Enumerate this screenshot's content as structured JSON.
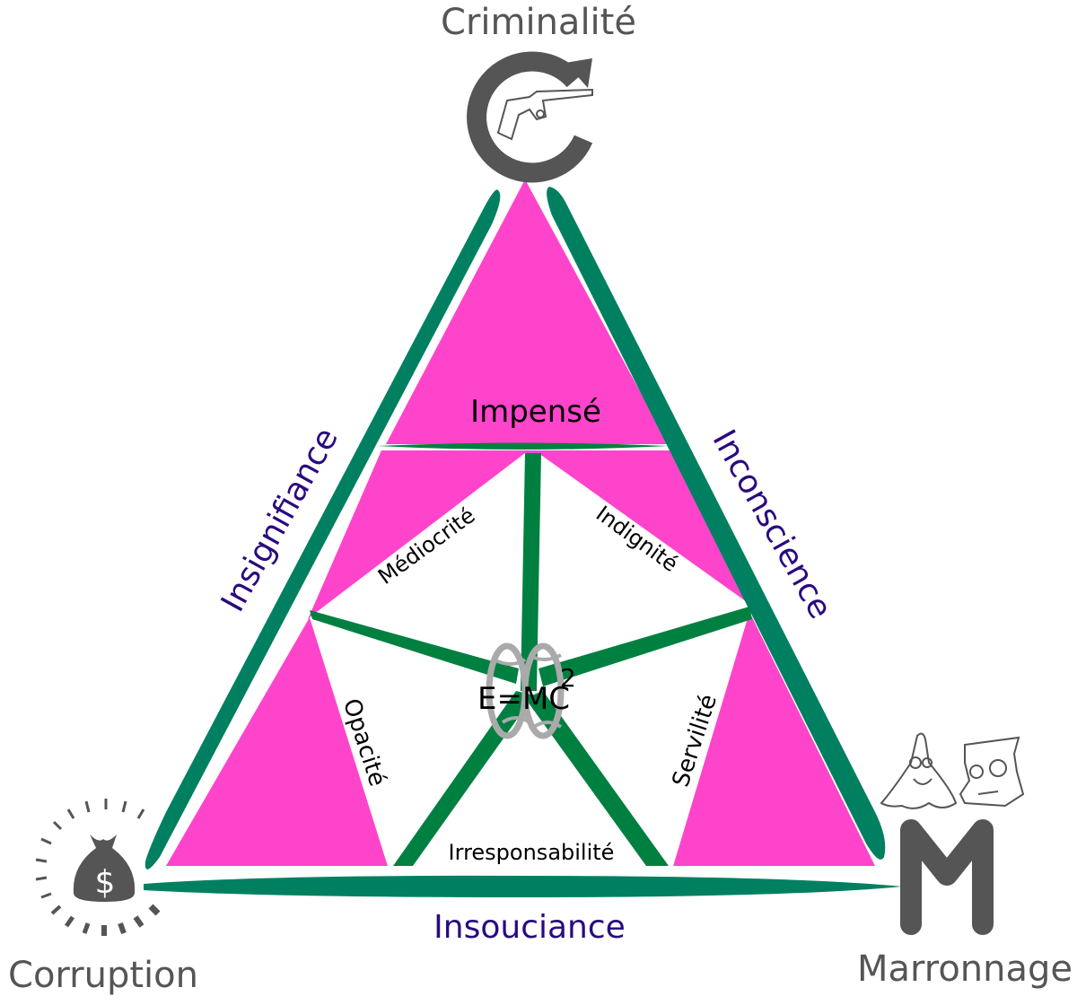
{
  "diagram": {
    "vertices": {
      "top": {
        "label": "Criminalité",
        "icon": "revolver-cycle-icon"
      },
      "bottom_left": {
        "label": "Corruption",
        "icon": "money-bag-icon"
      },
      "bottom_right": {
        "label": "Marronnage",
        "icon": "m-characters-icon"
      }
    },
    "outer_sides": {
      "left": "Insignifiance",
      "right": "Inconscience",
      "bottom": "Insouciance"
    },
    "top_triangle_label": "Impensé",
    "inner_labels": {
      "upper_left": "Médiocrité",
      "upper_right": "Indignité",
      "left": "Opacité",
      "right": "Servilité",
      "bottom": "Irresponsabilité"
    },
    "center": {
      "formula": "E=MC",
      "exponent": "2",
      "icon": "galaxy-icon"
    },
    "colors": {
      "magenta": "#ff44cc",
      "green_frame": "#008060",
      "green_star": "#008040",
      "purple_text": "#2a0a80",
      "grey_icons": "#555555"
    }
  }
}
